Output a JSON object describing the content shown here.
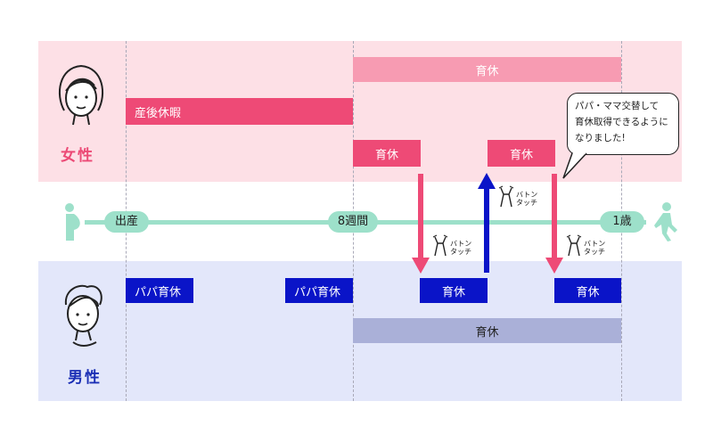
{
  "labels": {
    "women": "女性",
    "men": "男性"
  },
  "bars": {
    "women_long": "育休",
    "maternity": "産後休暇",
    "women_first": "育休",
    "women_second": "育休",
    "papa1": "パパ育休",
    "papa2": "パパ育休",
    "men_first": "育休",
    "men_second": "育休",
    "men_long": "育休"
  },
  "timeline": {
    "birth": "出産",
    "week8": "8週間",
    "year1": "1歳"
  },
  "baton": {
    "line1": "バトン",
    "line2": "タッチ"
  },
  "note": {
    "line1": "パパ・ママ交替して",
    "line2": "育休取得できるように",
    "line3": "なりました!"
  },
  "colors": {
    "pink": "#ee4a76",
    "pink_light": "#f79bb2",
    "blue": "#0a14c8",
    "mint": "#9de0ca",
    "slate": "#aab0d8"
  }
}
